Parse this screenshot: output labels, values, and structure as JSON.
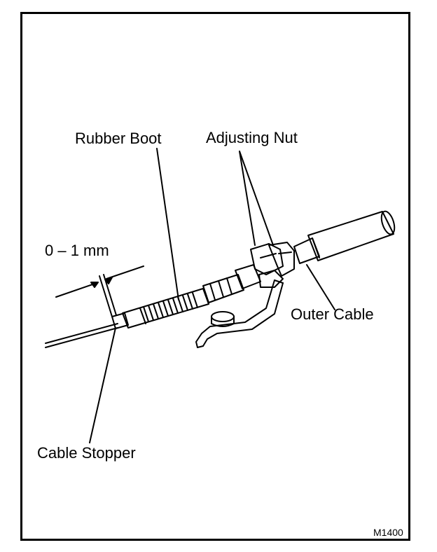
{
  "figure": {
    "labels": {
      "rubber_boot": "Rubber Boot",
      "adjusting_nut": "Adjusting Nut",
      "clearance": "0 – 1 mm",
      "outer_cable": "Outer Cable",
      "cable_stopper": "Cable Stopper"
    },
    "figure_code": "M1400"
  }
}
